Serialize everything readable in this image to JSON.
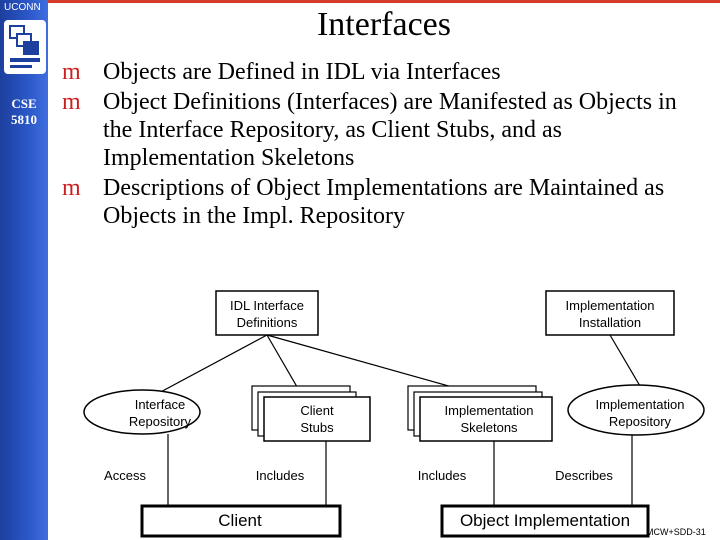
{
  "header": {
    "title": "Interfaces",
    "brand": "UCONN"
  },
  "sidebar": {
    "course_line1": "CSE",
    "course_line2": "5810"
  },
  "bullets": [
    {
      "marker": "m",
      "text": "Objects are Defined in IDL via Interfaces"
    },
    {
      "marker": "m",
      "text": "Object Definitions (Interfaces) are Manifested as Objects in the Interface Repository, as Client Stubs, and as Implementation Skeletons"
    },
    {
      "marker": "m",
      "text": "Descriptions of Object Implementations are Maintained as Objects in the Impl. Repository"
    }
  ],
  "diagram": {
    "idl_box": [
      "IDL Interface",
      "Definitions"
    ],
    "impl_install_box": [
      "Implementation",
      "Installation"
    ],
    "interface_repo": [
      "Interface",
      "Repository"
    ],
    "client_stubs": [
      "Client",
      "Stubs"
    ],
    "impl_skeletons": [
      "Implementation",
      "Skeletons"
    ],
    "impl_repo": [
      "Implementation",
      "Repository"
    ],
    "edge_access": "Access",
    "edge_includes_1": "Includes",
    "edge_includes_2": "Includes",
    "edge_describes": "Describes",
    "client": "Client",
    "object_impl": "Object Implementation"
  },
  "footer": {
    "code": "MCW+SDD-31"
  },
  "colors": {
    "sidebar": "#2a56c6",
    "bullet_marker": "#cc1f1f",
    "accent_bar": "#d63a2a"
  }
}
